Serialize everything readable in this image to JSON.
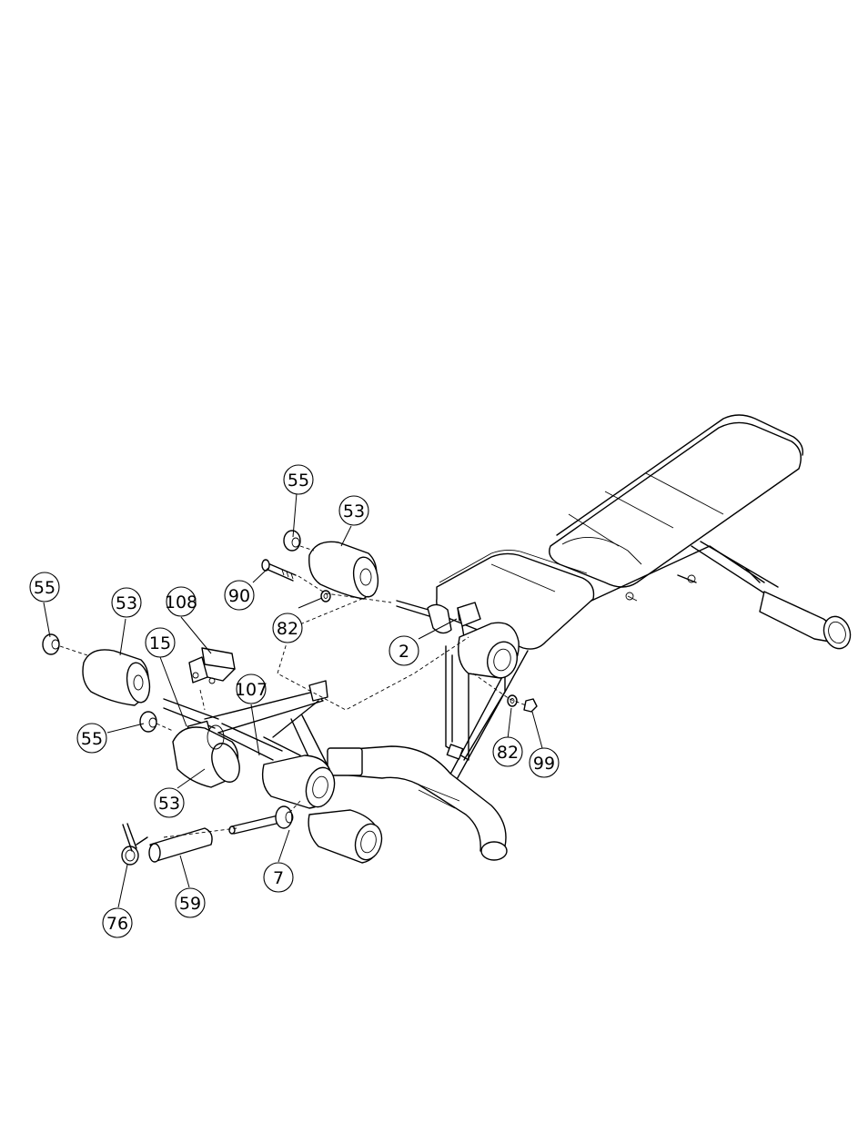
{
  "callouts": [
    {
      "id": "c55a",
      "label": "55"
    },
    {
      "id": "c53a",
      "label": "53"
    },
    {
      "id": "c90",
      "label": "90"
    },
    {
      "id": "c82a",
      "label": "82"
    },
    {
      "id": "c55b",
      "label": "55"
    },
    {
      "id": "c53b",
      "label": "53"
    },
    {
      "id": "c108",
      "label": "108"
    },
    {
      "id": "c15",
      "label": "15"
    },
    {
      "id": "c107",
      "label": "107"
    },
    {
      "id": "c2",
      "label": "2"
    },
    {
      "id": "c55c",
      "label": "55"
    },
    {
      "id": "c53c",
      "label": "53"
    },
    {
      "id": "c82b",
      "label": "82"
    },
    {
      "id": "c99",
      "label": "99"
    },
    {
      "id": "c7",
      "label": "7"
    },
    {
      "id": "c59",
      "label": "59"
    },
    {
      "id": "c76",
      "label": "76"
    }
  ]
}
